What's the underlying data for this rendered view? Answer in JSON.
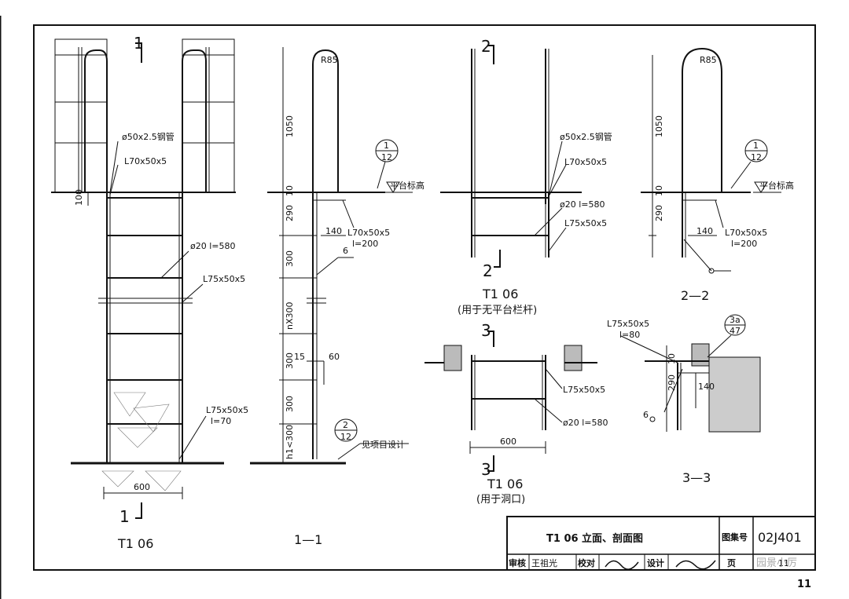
{
  "title_block": {
    "title": "T1 06  立面、剖面图",
    "atlas_label": "图集号",
    "atlas_no": "02J401",
    "review_label": "审核",
    "reviewer": "王祖光",
    "check_label": "校对",
    "design_label": "设计",
    "page_label": "页",
    "page_no": "11"
  },
  "page_number": "11",
  "watermark": "园景小厉",
  "views": {
    "elevation": {
      "caption": "T1  06",
      "cut_top": "1",
      "cut_bottom": "1"
    },
    "section_1": {
      "caption": "1—1"
    },
    "view_2": {
      "caption": "T1  06",
      "sub": "(用于无平台栏杆)",
      "cut_top": "2",
      "cut_bottom": "2"
    },
    "section_2": {
      "caption": "2—2"
    },
    "view_3": {
      "caption": "T1  06",
      "sub": "(用于洞口)",
      "cut_top": "3",
      "cut_bottom": "3"
    },
    "section_3": {
      "caption": "3—3"
    }
  },
  "labels": {
    "pipe": "ø50x2.5钢管",
    "l70": "L70x50x5",
    "l70_200": "L70x50x5",
    "l_200": "l=200",
    "rung": "ø20  l=580",
    "l75": "L75x50x5",
    "l75_70": "L75x50x5",
    "l_70": "l=70",
    "l75_80": "L75x50x5",
    "l_80": "l=80",
    "platform": "平台标高",
    "see_project": "见项目设计",
    "r85": "R85"
  },
  "dims": {
    "d1050": "1050",
    "d10": "10",
    "d100": "100",
    "d290": "290",
    "d300": "300",
    "dn300": "nX300",
    "dh1": "h1<300",
    "d140": "140",
    "d15": "15",
    "d60": "60",
    "d600": "600",
    "d6": "6"
  },
  "index_marks": {
    "m1": {
      "top": "1",
      "bottom": "12"
    },
    "m2": {
      "top": "2",
      "bottom": "12"
    },
    "m3": {
      "top": "1",
      "bottom": "12"
    },
    "m4": {
      "top": "3a",
      "bottom": "47"
    }
  }
}
